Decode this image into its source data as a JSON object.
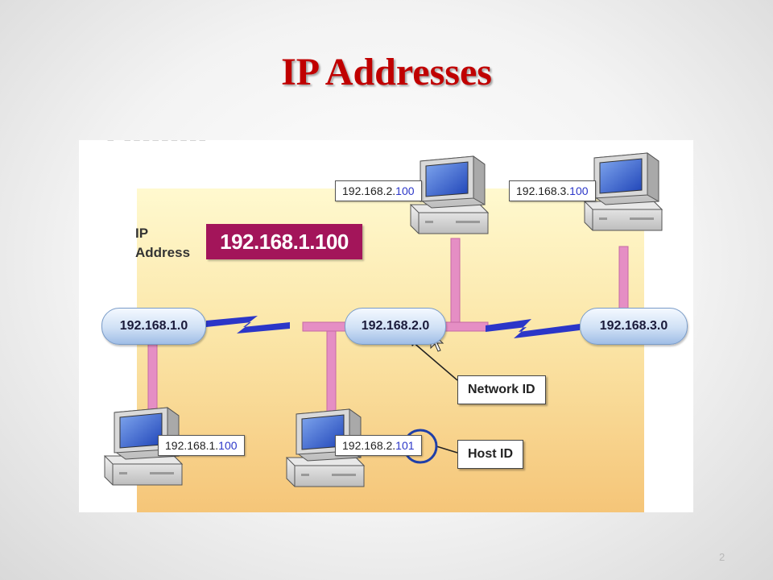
{
  "title": "IP Addresses",
  "page_number": "2",
  "diagram": {
    "ip_label": "IP\nAddress",
    "ip_value": "192.168.1.100",
    "networks": [
      {
        "id": "net-1",
        "label": "192.168.1.0"
      },
      {
        "id": "net-2",
        "label": "192.168.2.0"
      },
      {
        "id": "net-3",
        "label": "192.168.3.0"
      }
    ],
    "hosts": [
      {
        "id": "host-top-left",
        "prefix": "192.168.2.",
        "suffix": "100"
      },
      {
        "id": "host-top-right",
        "prefix": "192.168.3.",
        "suffix": "100"
      },
      {
        "id": "host-bottom-left",
        "prefix": "192.168.1.",
        "suffix": "100"
      },
      {
        "id": "host-bottom-middle",
        "prefix": "192.168.2.",
        "suffix": "101"
      }
    ],
    "callouts": {
      "network_id": "Network ID",
      "host_id": "Host ID"
    },
    "colors": {
      "title": "#c00000",
      "ip_value_bg": "#a3155a",
      "link_pink": "#e58ec4",
      "lightning": "#2b36c8",
      "highlight_circle": "#1f3fa8",
      "background_gradient_top": "#fff8c8",
      "background_gradient_bottom": "#f6c87a"
    }
  }
}
